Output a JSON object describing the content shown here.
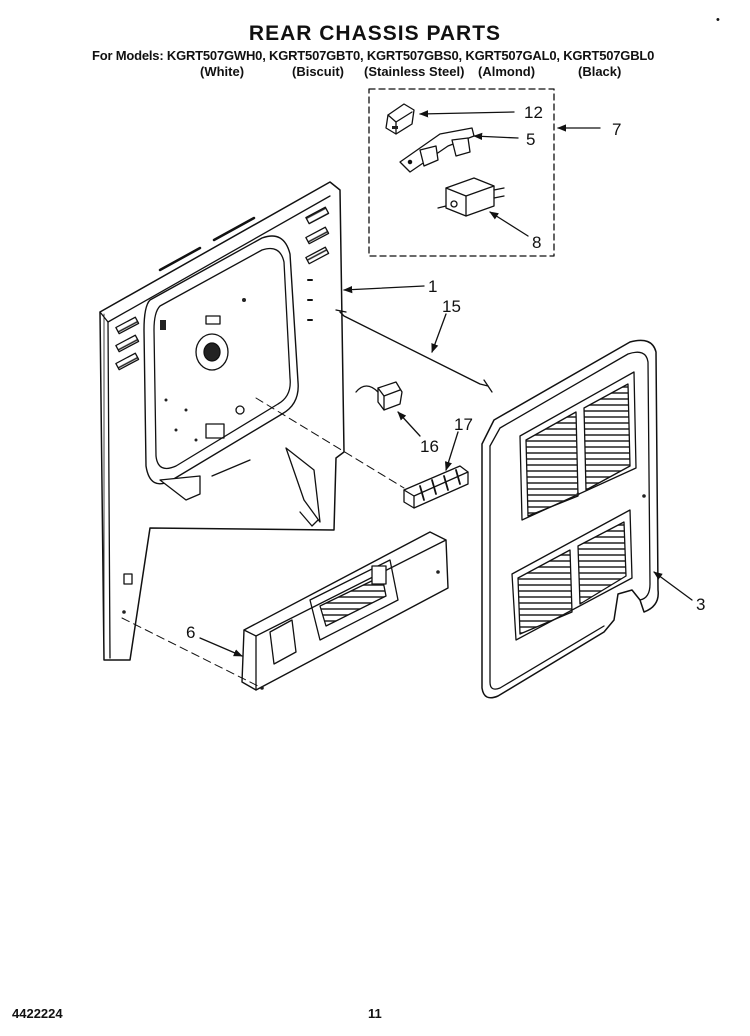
{
  "header": {
    "title": "REAR CHASSIS PARTS",
    "models": "For Models: KGRT507GWH0, KGRT507GBT0, KGRT507GBS0, KGRT507GAL0, KGRT507GBL0",
    "colors": [
      "(White)",
      "(Biscuit)",
      "(Stainless Steel)",
      "(Almond)",
      "(Black)"
    ]
  },
  "callouts": [
    "12",
    "5",
    "7",
    "8",
    "1",
    "15",
    "16",
    "17",
    "3",
    "6"
  ],
  "footer": {
    "doc_number": "4422224",
    "page_number": "11"
  }
}
